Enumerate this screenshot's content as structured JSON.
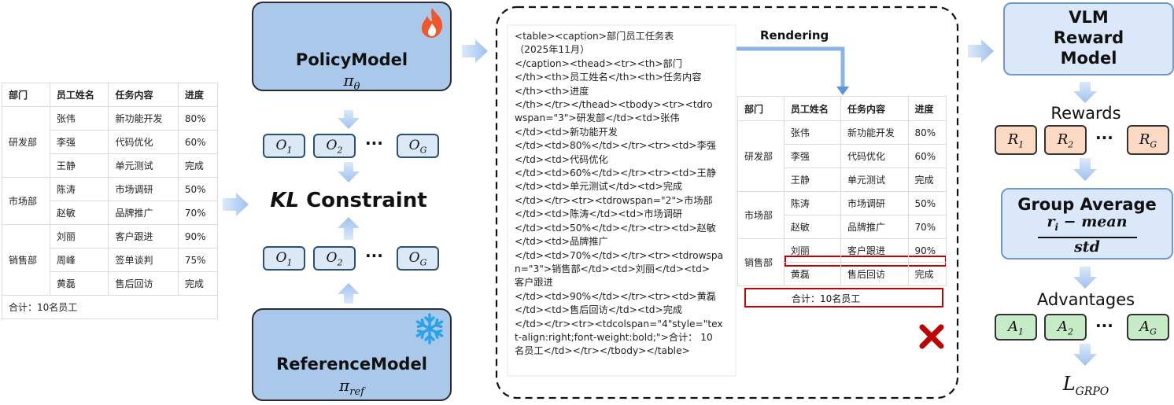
{
  "source_table": {
    "headers": [
      "部门",
      "员工姓名",
      "任务内容",
      "进度"
    ],
    "groups": [
      {
        "dept": "研发部",
        "rows": [
          [
            "张伟",
            "新功能开发",
            "80%"
          ],
          [
            "李强",
            "代码优化",
            "60%"
          ],
          [
            "王静",
            "单元测试",
            "完成"
          ]
        ]
      },
      {
        "dept": "市场部",
        "rows": [
          [
            "陈涛",
            "市场调研",
            "50%"
          ],
          [
            "赵敏",
            "品牌推广",
            "70%"
          ]
        ]
      },
      {
        "dept": "销售部",
        "rows": [
          [
            "刘丽",
            "客户跟进",
            "90%"
          ],
          [
            "周峰",
            "签单谈判",
            "75%"
          ],
          [
            "黄磊",
            "售后回访",
            "完成"
          ]
        ]
      }
    ],
    "total": "合计：10名员工"
  },
  "policy_model": {
    "name": "PolicyModel",
    "symbol_base": "π",
    "symbol_sub": "θ"
  },
  "reference_model": {
    "name": "ReferenceModel",
    "symbol_base": "π",
    "symbol_sub": "ref"
  },
  "outputs_top": {
    "first": {
      "base": "O",
      "sub": "1"
    },
    "second": {
      "base": "O",
      "sub": "2"
    },
    "dots": "···",
    "last": {
      "base": "O",
      "sub": "G"
    }
  },
  "outputs_bottom": {
    "first": {
      "base": "O",
      "sub": "1"
    },
    "second": {
      "base": "O",
      "sub": "2"
    },
    "dots": "···",
    "last": {
      "base": "O",
      "sub": "G"
    }
  },
  "kl": {
    "italic": "KL",
    "text": " Constraint"
  },
  "code_lines": [
    "<table><caption>部门员工任务表",
    "（2025年11月）",
    "</caption><thead><tr><th>部门",
    "</th><th>员工姓名</th><th>任务内容",
    "</th><th>进度",
    "</th></tr></thead><tbody><tr><tdro",
    "wspan=\"3\">研发部</td><td>张伟",
    "</td><td>新功能开发",
    "</td><td>80%</td></tr><tr><td>李强",
    "</td><td>代码优化",
    "</td><td>60%</td></tr><tr><td>王静",
    "</td><td>单元测试</td><td>完成",
    "</td></tr><tr><tdrowspan=\"2\">市场部",
    "</td><td>陈涛</td><td>市场调研",
    "</td><td>50%</td></tr><tr><td>赵敏",
    "</td><td>品牌推广",
    "</td><td>70%</td></tr><tr><tdrowspa",
    "n=\"3\">销售部</td><td>刘丽</td><td>",
    "客户跟进",
    "</td><td>90%</td></tr><tr><td>黄磊",
    "</td><td>售后回访</td><td>完成",
    "</td></tr><tr><tdcolspan=\"4\"style=\"tex",
    "t-align:right;font-weight:bold;\">合计： 10",
    "名员工</td></tr></tbody></table>"
  ],
  "rendering_label": "Rendering",
  "rendered_table": {
    "headers": [
      "部门",
      "员工姓名",
      "任务内容",
      "进度"
    ],
    "groups": [
      {
        "dept": "研发部",
        "rows": [
          [
            "张伟",
            "新功能开发",
            "80%"
          ],
          [
            "李强",
            "代码优化",
            "60%"
          ],
          [
            "王静",
            "单元测试",
            "完成"
          ]
        ]
      },
      {
        "dept": "市场部",
        "rows": [
          [
            "陈涛",
            "市场调研",
            "50%"
          ],
          [
            "赵敏",
            "品牌推广",
            "70%"
          ]
        ]
      },
      {
        "dept": "销售部",
        "rows": [
          [
            "刘丽",
            "客户跟进",
            "90%"
          ],
          [
            "黄磊",
            "售后回访",
            "完成"
          ]
        ]
      }
    ],
    "total": "合计：10名员工"
  },
  "reward_model": {
    "line1": "VLM",
    "line2": "Reward",
    "line3": "Model"
  },
  "rewards_label": "Rewards",
  "rewards": {
    "first": {
      "base": "R",
      "sub": "1"
    },
    "second": {
      "base": "R",
      "sub": "2"
    },
    "dots": "···",
    "last": {
      "base": "R",
      "sub": "G"
    }
  },
  "group_average": {
    "title": "Group Average",
    "numerator_var": "r",
    "numerator_sub": "i",
    "numerator_rest": " − mean",
    "denominator": "std"
  },
  "advantages_label": "Advantages",
  "advantages": {
    "first": {
      "base": "A",
      "sub": "1"
    },
    "second": {
      "base": "A",
      "sub": "2"
    },
    "dots": "···",
    "last": {
      "base": "A",
      "sub": "G"
    }
  },
  "loss": {
    "base": "L",
    "sub": "GRPO"
  },
  "colors": {
    "model_fill": "#a9c8ea",
    "light_blue": "#dae8fa",
    "reward_fill": "#fbd9c2",
    "advantage_fill": "#c5ecc6",
    "arrow": "#a8c6ee",
    "highlight": "#c00000",
    "fire": "#f0572b",
    "snow": "#2aa3e8"
  }
}
